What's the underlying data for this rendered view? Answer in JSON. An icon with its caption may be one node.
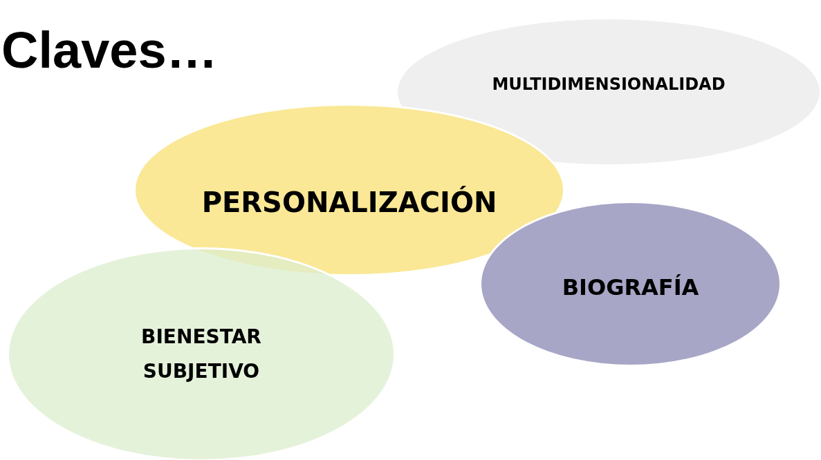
{
  "diagram": {
    "title": "Claves…",
    "nodes": [
      {
        "text": [
          "MULTIDIMENSIONALIDAD"
        ]
      },
      {
        "text": [
          "PERSONALIZACIÓN"
        ]
      },
      {
        "text": [
          "BIOGRAFÍA"
        ]
      },
      {
        "text": [
          "BIENESTAR SUBJETIVO"
        ]
      }
    ]
  }
}
